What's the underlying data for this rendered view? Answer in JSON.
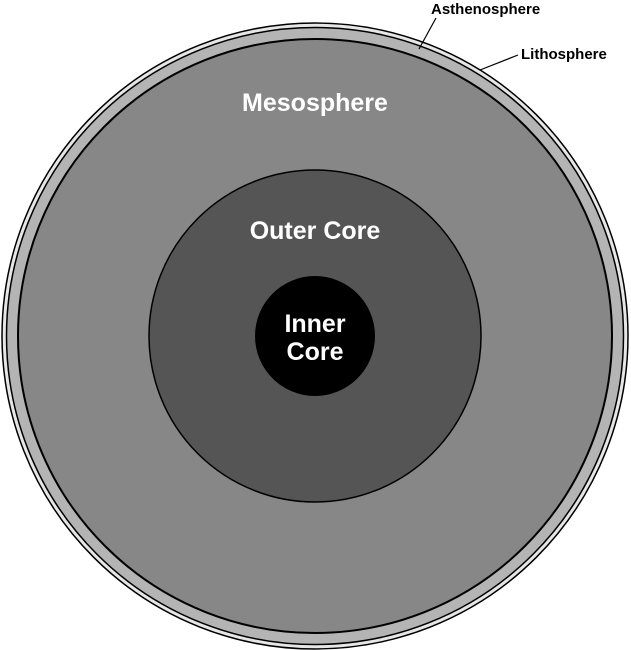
{
  "layers": {
    "lithosphere": {
      "label": "Lithosphere",
      "color": "#e6e6e6"
    },
    "asthenosphere": {
      "label": "Asthenosphere",
      "color": "#b4b4b4"
    },
    "mesosphere": {
      "label": "Mesosphere",
      "color": "#878787"
    },
    "outer_core": {
      "label": "Outer Core",
      "color": "#555555"
    },
    "inner_core": {
      "label_line1": "Inner",
      "label_line2": "Core",
      "color": "#000000"
    }
  }
}
